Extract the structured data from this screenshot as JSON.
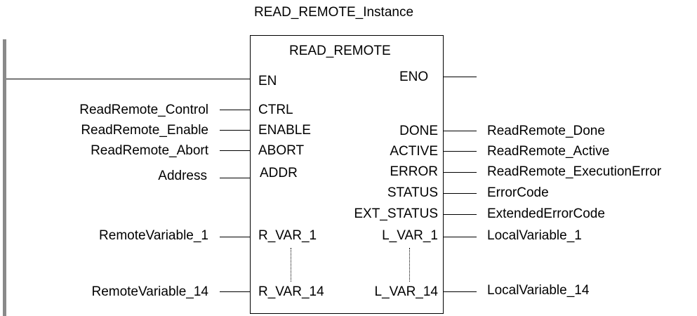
{
  "instance_name": "READ_REMOTE_Instance",
  "block": {
    "title": "READ_REMOTE",
    "en": "EN",
    "eno": "ENO",
    "inputs": [
      {
        "pin": "CTRL",
        "variable": "ReadRemote_Control"
      },
      {
        "pin": "ENABLE",
        "variable": "ReadRemote_Enable"
      },
      {
        "pin": "ABORT",
        "variable": "ReadRemote_Abort"
      },
      {
        "pin": "ADDR",
        "variable": "Address"
      },
      {
        "pin": "R_VAR_1",
        "variable": "RemoteVariable_1"
      },
      {
        "pin": "R_VAR_14",
        "variable": "RemoteVariable_14"
      }
    ],
    "outputs": [
      {
        "pin": "DONE",
        "variable": "ReadRemote_Done"
      },
      {
        "pin": "ACTIVE",
        "variable": "ReadRemote_Active"
      },
      {
        "pin": "ERROR",
        "variable": "ReadRemote_ExecutionError"
      },
      {
        "pin": "STATUS",
        "variable": "ErrorCode"
      },
      {
        "pin": "EXT_STATUS",
        "variable": "ExtendedErrorCode"
      },
      {
        "pin": "L_VAR_1",
        "variable": "LocalVariable_1"
      },
      {
        "pin": "L_VAR_14",
        "variable": "LocalVariable_14"
      }
    ]
  }
}
